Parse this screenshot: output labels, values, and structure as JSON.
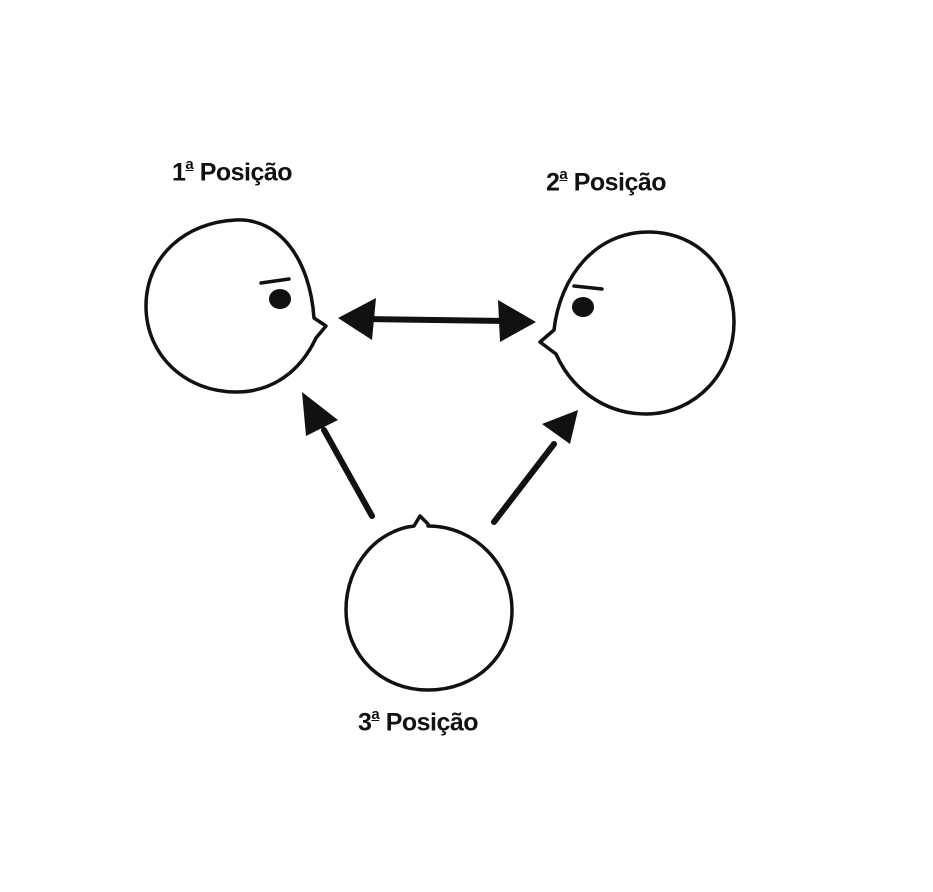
{
  "positions": {
    "first": {
      "number": "1",
      "ordinal": "a",
      "word": "Posição"
    },
    "second": {
      "number": "2",
      "ordinal": "a",
      "word": "Posição"
    },
    "third": {
      "number": "3",
      "ordinal": "a",
      "word": "Posição"
    }
  },
  "colors": {
    "ink": "#111111",
    "background": "#ffffff"
  }
}
